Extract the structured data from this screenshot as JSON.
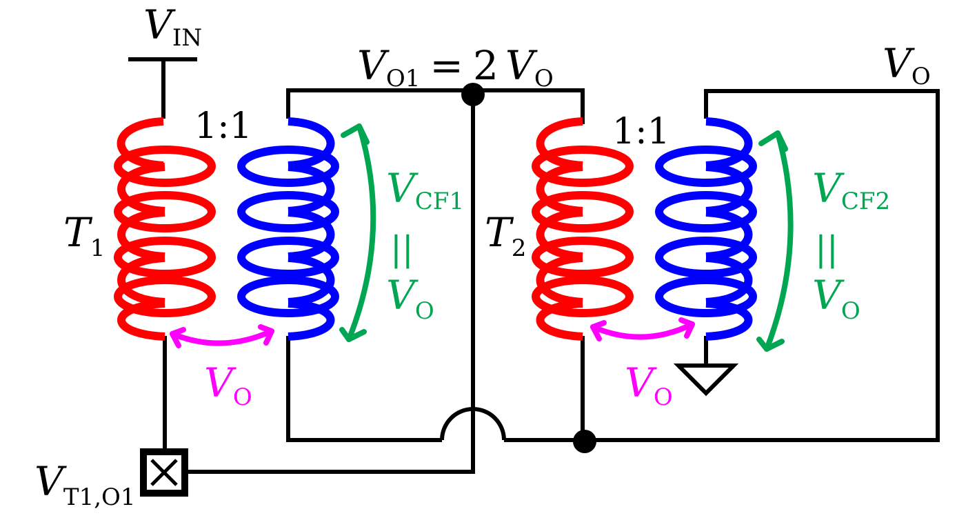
{
  "colors": {
    "wire": "#000000",
    "primary_coil": "#ff0000",
    "secondary_coil": "#0000ff",
    "voltage_arrow_cf": "#00a651",
    "voltage_arrow_vo": "#ff00ff"
  },
  "labels": {
    "vin": {
      "main": "V",
      "sub": "IN"
    },
    "vo1": {
      "main": "V",
      "sub": "O1",
      "eq": "=",
      "coef": "2",
      "main2": "V",
      "sub2": "O"
    },
    "vo_top": {
      "main": "V",
      "sub": "O"
    },
    "ratio1": "1:1",
    "ratio2": "1:1",
    "t1": {
      "main": "T",
      "sub": "1"
    },
    "t2": {
      "main": "T",
      "sub": "2"
    },
    "vcf1": {
      "main": "V",
      "sub": "CF1",
      "par": "||",
      "main2": "V",
      "sub2": "O"
    },
    "vcf2": {
      "main": "V",
      "sub": "CF2",
      "par": "||",
      "main2": "V",
      "sub2": "O"
    },
    "vo_mid1": {
      "main": "V",
      "sub": "O"
    },
    "vo_mid2": {
      "main": "V",
      "sub": "O"
    },
    "vt1": {
      "main": "V",
      "sub": "T1,O1"
    }
  }
}
